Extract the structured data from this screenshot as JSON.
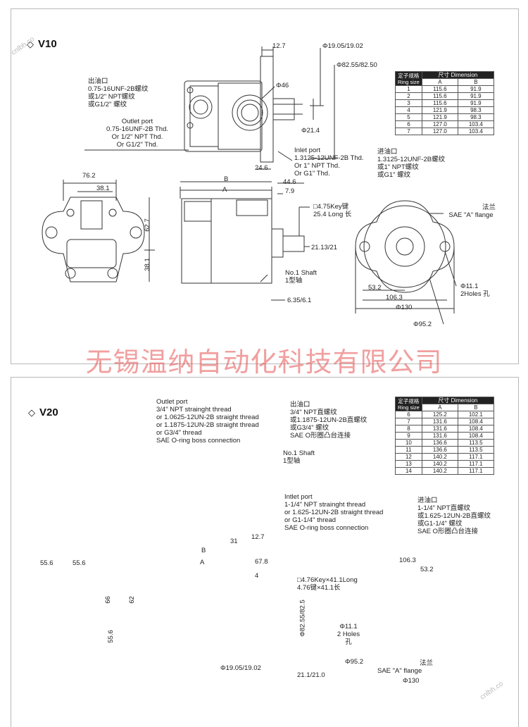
{
  "watermark": "无锡温纳自动化科技有限公司",
  "corner_marks": [
    "cnlbh.co",
    "cnlbh.co"
  ],
  "v10": {
    "title": "V10",
    "table": {
      "header_cn": "定子规格",
      "header_en": "Ring size",
      "header_dim": "尺寸 Dimension",
      "col_a": "A",
      "col_b": "B",
      "rows": [
        [
          "1",
          "115.6",
          "91.9"
        ],
        [
          "2",
          "115.6",
          "91.9"
        ],
        [
          "3",
          "115.6",
          "91.9"
        ],
        [
          "4",
          "121.9",
          "98.3"
        ],
        [
          "5",
          "121.9",
          "98.3"
        ],
        [
          "6",
          "127.0",
          "103.4"
        ],
        [
          "7",
          "127.0",
          "103.4"
        ]
      ]
    },
    "outlet_cn": [
      "出油口",
      "0.75-16UNF-2B螺纹",
      "或1/2\" NPT螺纹",
      "或G1/2\" 螺纹"
    ],
    "outlet_en": [
      "Outlet port",
      "0.75-16UNF-2B  Thd.",
      "Or 1/2\" NPT Thd.",
      "Or G1/2\"  Thd."
    ],
    "inlet_en": [
      "Inlet port",
      "1.3125-12UNF-2B  Thd.",
      "Or 1\"  NPT Thd.",
      "Or G1\"  Thd."
    ],
    "inlet_cn": [
      "进油口",
      "1.3125-12UNF-2B螺纹",
      "或1\" NPT螺纹",
      "或G1\" 螺纹"
    ],
    "dims": {
      "d12_7": "12.7",
      "d19": "Φ19.05/19.02",
      "d82": "Φ82.55/82.50",
      "d46": "Φ46",
      "d21_4": "Φ21.4",
      "d24_6": "24.6",
      "B": "B",
      "A": "A",
      "d44_6": "44.6",
      "d7_9": "7.9",
      "d76_2": "76.2",
      "d38_1a": "38.1",
      "d62_7": "62.7",
      "d38_1b": "38.1",
      "key": [
        "□4.75Key键",
        "25.4 Long 长"
      ],
      "d21_13": "21.13/21",
      "shaft": [
        "No.1 Shaft",
        "1型轴"
      ],
      "d6_35": "6.35/6.1",
      "d53_2": "53.2",
      "d106_3": "106.3",
      "d130": "Φ130",
      "d95_2": "Φ95.2",
      "d11_1": [
        "Φ11.1",
        "2Holes 孔"
      ],
      "flange": [
        "法兰",
        "SAE \"A\" flange"
      ]
    }
  },
  "v20": {
    "title": "V20",
    "table": {
      "header_cn": "定子规格",
      "header_en": "Ring size",
      "header_dim": "尺寸 Dimension",
      "col_a": "A",
      "col_b": "B",
      "rows": [
        [
          "6",
          "125.2",
          "102.1"
        ],
        [
          "7",
          "131.6",
          "108.4"
        ],
        [
          "8",
          "131.6",
          "108.4"
        ],
        [
          "9",
          "131.6",
          "108.4"
        ],
        [
          "10",
          "136.6",
          "113.5"
        ],
        [
          "11",
          "136.6",
          "113.5"
        ],
        [
          "12",
          "140.2",
          "117.1"
        ],
        [
          "13",
          "140.2",
          "117.1"
        ],
        [
          "14",
          "140.2",
          "117.1"
        ]
      ]
    },
    "outlet_en": [
      "Outlet port",
      "3/4\" NPT strainght thread",
      "or 1.0625-12UN-2B straight thread",
      "or 1.1875-12UN-2B straight thread",
      "or G3/4\" thread",
      "SAE O-ring boss connection"
    ],
    "outlet_cn": [
      "出油口",
      "3/4\" NPT直螺纹",
      "或1.1875-12UN-2B直螺纹",
      "或G3/4\" 螺纹",
      "SAE O形圈凸台连接"
    ],
    "shaft": [
      "No.1 Shaft",
      "1型轴"
    ],
    "inlet_en": [
      "Intlet port",
      "1-1/4\" NPT strainght thread",
      "or 1.625-12UN-2B straight thread",
      "or G1-1/4\" thread",
      "SAE O-ring boss connection"
    ],
    "inlet_cn": [
      "进油口",
      "1-1/4\" NPT直螺纹",
      "或1.625-12UN-2B直螺纹",
      "或G1-1/4\" 螺纹",
      "SAE O形圈凸台连接"
    ],
    "dims": {
      "d31": "31",
      "d12_7": "12.7",
      "B": "B",
      "A": "A",
      "d67_8": "67.8",
      "d4": "4",
      "d55_6a": "55.6",
      "d55_6b": "55.6",
      "d66": "66",
      "d62": "62",
      "d55_6c": "55.6",
      "key": [
        "□4.76Key×41.1Long",
        "4.76键×41.1长"
      ],
      "d82_55": "Φ82.55/82.5",
      "d19": "Φ19.05/19.02",
      "d21_1": "21.1/21.0",
      "d106_3": "106.3",
      "d53_2": "53.2",
      "d11_1": [
        "Φ11.1",
        "2 Holes",
        "孔"
      ],
      "d95_2": "Φ95.2",
      "flange": [
        "法兰",
        "SAE \"A\" flange"
      ],
      "d130": "Φ130"
    }
  }
}
